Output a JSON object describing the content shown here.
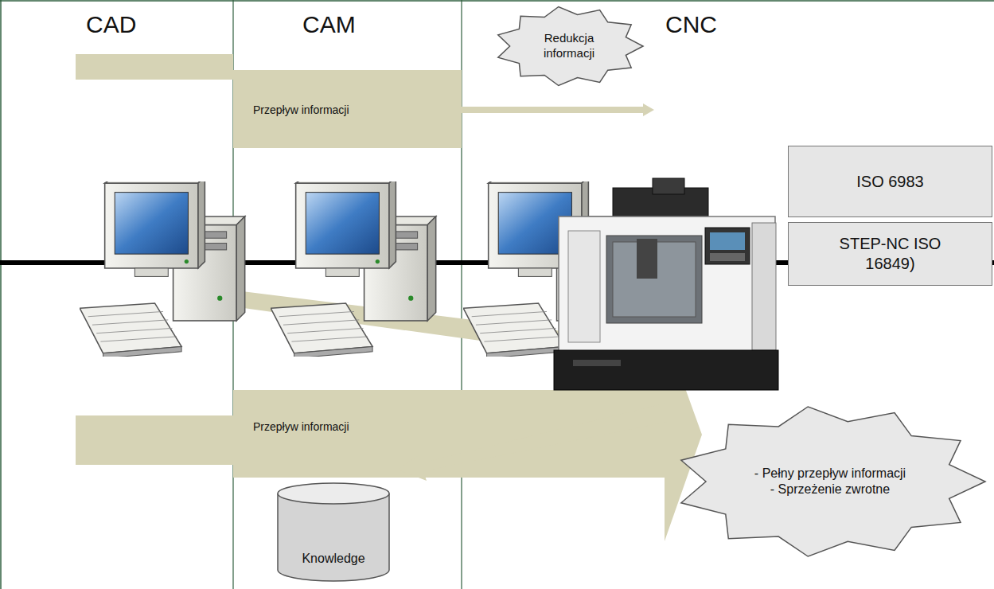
{
  "diagram": {
    "nodes": [
      {
        "text": [
          "Redukcja informacji"
        ]
      },
      {
        "text": [
          "ISO 6983"
        ]
      },
      {
        "text": [
          "STEP-NC ISO 16849)"
        ]
      },
      {
        "text": [
          "Knowledge"
        ]
      },
      {
        "text": [
          "- Pełny przepływ informacji",
          "- Sprzeżenie zwrotne"
        ]
      }
    ],
    "labels": [
      "CAD",
      "CAM",
      "CNC",
      "Przepływ informacji",
      "Przepływ informacji"
    ]
  }
}
